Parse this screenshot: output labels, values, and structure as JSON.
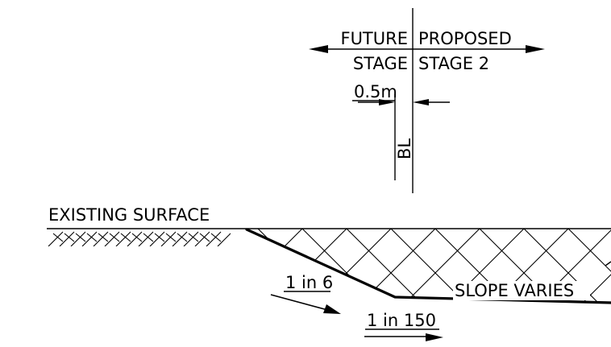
{
  "labels": {
    "future": "FUTURE",
    "future_stage": "STAGE",
    "proposed": "PROPOSED",
    "proposed_stage": "STAGE 2",
    "offset": "0.5m",
    "baseline": "BL",
    "existing_surface": "EXISTING SURFACE",
    "upper_slope": "1 in 6",
    "lower_slope": "1 in 150",
    "slope_varies": "SLOPE VARIES"
  }
}
